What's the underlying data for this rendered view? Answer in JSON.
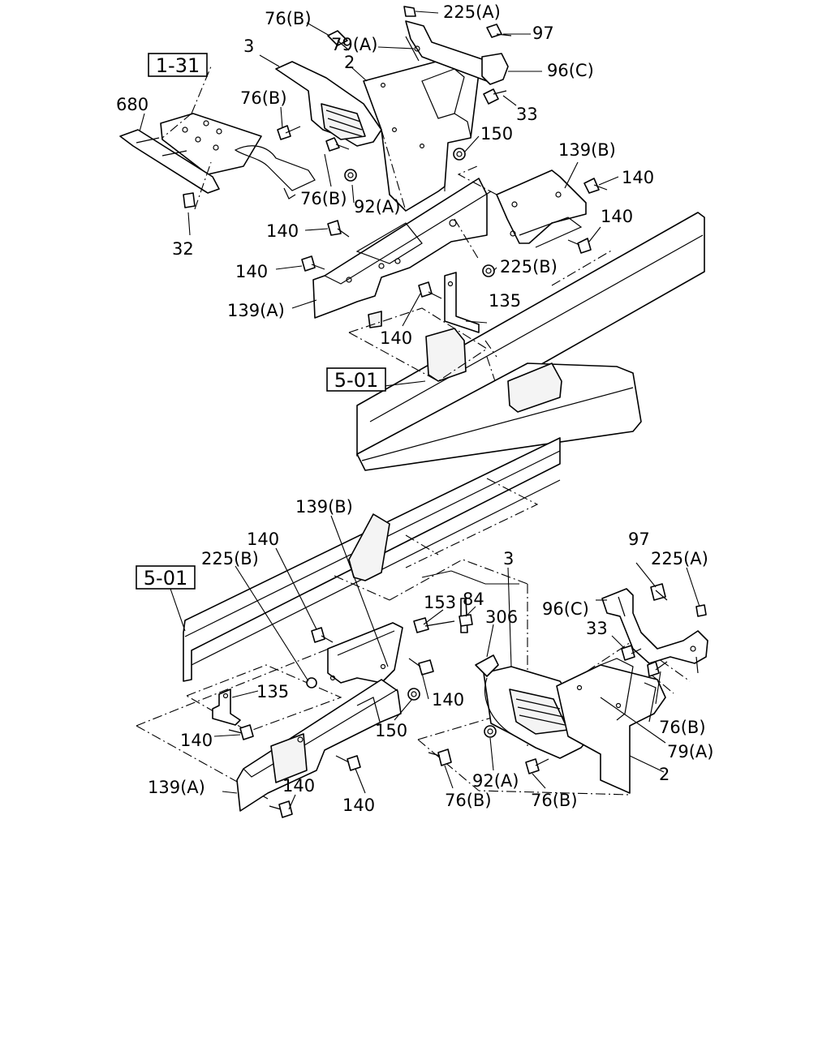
{
  "reference_boxes": {
    "top_left": "1-31",
    "top_frame": "5-01",
    "bottom_frame": "5-01"
  },
  "top_labels": {
    "l76b_a": "76(B)",
    "l225a": "225(A)",
    "l97": "97",
    "l3": "3",
    "l79a": "79(A)",
    "l2": "2",
    "l96c": "96(C)",
    "l680": "680",
    "l76b_b": "76(B)",
    "l33": "33",
    "l150": "150",
    "l139b": "139(B)",
    "l140_a": "140",
    "l76b_c": "76(B)",
    "l92a": "92(A)",
    "l140_b": "140",
    "l32": "32",
    "l140_c": "140",
    "l140_d": "140",
    "l225b": "225(B)",
    "l139a": "139(A)",
    "l135": "135",
    "l140_e": "140"
  },
  "bottom_labels": {
    "l139b": "139(B)",
    "l140_a": "140",
    "l97": "97",
    "l225b": "225(B)",
    "l3": "3",
    "l225a": "225(A)",
    "l153": "153",
    "l84": "84",
    "l306": "306",
    "l96c": "96(C)",
    "l33": "33",
    "l135": "135",
    "l140_b": "140",
    "l150": "150",
    "l76b_a": "76(B)",
    "l140_c": "140",
    "l79a": "79(A)",
    "l2": "2",
    "l139a": "139(A)",
    "l140_d": "140",
    "l92a": "92(A)",
    "l140_e": "140",
    "l76b_b": "76(B)",
    "l76b_c": "76(B)"
  }
}
